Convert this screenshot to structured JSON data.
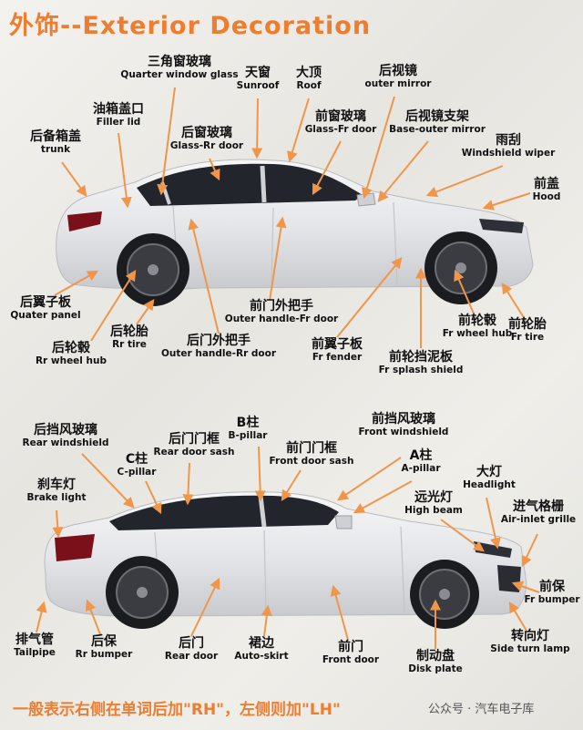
{
  "title": "外饰--Exterior  Decoration",
  "footer": "一般表示右侧在单词后加\"RH\"，左侧则加\"LH\"",
  "watermark": "公众号 · 汽车电子库",
  "labels": {
    "quarter_window": {
      "zh": "三角窗玻璃",
      "en": "Quarter window glass"
    },
    "sunroof": {
      "zh": "天窗",
      "en": "Sunroof"
    },
    "roof": {
      "zh": "大顶",
      "en": "Roof"
    },
    "outer_mirror": {
      "zh": "后视镜",
      "en": "outer mirror"
    },
    "filler_lid": {
      "zh": "油箱盖口",
      "en": "Filler lid"
    },
    "trunk": {
      "zh": "后备箱盖",
      "en": "trunk"
    },
    "glass_rr_door": {
      "zh": "后窗玻璃",
      "en": "Glass-Rr door"
    },
    "glass_fr_door": {
      "zh": "前窗玻璃",
      "en": "Glass-Fr door"
    },
    "base_outer_mirror": {
      "zh": "后视镜支架",
      "en": "Base-outer mirror"
    },
    "windshield_wiper": {
      "zh": "雨刮",
      "en": "Windshield wiper"
    },
    "hood": {
      "zh": "前盖",
      "en": "Hood"
    },
    "quater_panel": {
      "zh": "后翼子板",
      "en": "Quater panel"
    },
    "rr_wheel_hub": {
      "zh": "后轮毂",
      "en": "Rr wheel hub"
    },
    "rr_tire": {
      "zh": "后轮胎",
      "en": "Rr tire"
    },
    "outer_handle_fr": {
      "zh": "前门外把手",
      "en": "Outer handle-Fr door"
    },
    "outer_handle_rr": {
      "zh": "后门外把手",
      "en": "Outer handle-Rr door"
    },
    "fr_fender": {
      "zh": "前翼子板",
      "en": "Fr fender"
    },
    "fr_wheel_hub": {
      "zh": "前轮毂",
      "en": "Fr wheel hub"
    },
    "fr_tire": {
      "zh": "前轮胎",
      "en": "Fr tire"
    },
    "fr_splash_shield": {
      "zh": "前轮挡泥板",
      "en": "Fr splash shield"
    },
    "rear_windshield": {
      "zh": "后挡风玻璃",
      "en": "Rear windshield"
    },
    "b_pillar": {
      "zh": "B柱",
      "en": "B-pillar"
    },
    "front_windshield": {
      "zh": "前挡风玻璃",
      "en": "Front windshield"
    },
    "rear_door_sash": {
      "zh": "后门门框",
      "en": "Rear door sash"
    },
    "front_door_sash": {
      "zh": "前门门框",
      "en": "Front door sash"
    },
    "c_pillar": {
      "zh": "C柱",
      "en": "C-pillar"
    },
    "a_pillar": {
      "zh": "A柱",
      "en": "A-pillar"
    },
    "headlight": {
      "zh": "大灯",
      "en": "Headlight"
    },
    "brake_light": {
      "zh": "刹车灯",
      "en": "Brake light"
    },
    "high_beam": {
      "zh": "远光灯",
      "en": "High beam"
    },
    "air_inlet_grille": {
      "zh": "进气格栅",
      "en": "Air-inlet grille"
    },
    "fr_bumper": {
      "zh": "前保",
      "en": "Fr bumper"
    },
    "tailpipe": {
      "zh": "排气管",
      "en": "Tailpipe"
    },
    "rr_bumper": {
      "zh": "后保",
      "en": "Rr bumper"
    },
    "rear_door": {
      "zh": "后门",
      "en": "Rear door"
    },
    "auto_skirt": {
      "zh": "裙边",
      "en": "Auto-skirt"
    },
    "front_door": {
      "zh": "前门",
      "en": "Front door"
    },
    "disk_plate": {
      "zh": "制动盘",
      "en": "Disk plate"
    },
    "side_turn_lamp": {
      "zh": "转向灯",
      "en": "Side turn lamp"
    }
  },
  "colors": {
    "accent": "#ef7d2f",
    "arrow": "#f0964a",
    "car_body": "#e9eaed"
  }
}
